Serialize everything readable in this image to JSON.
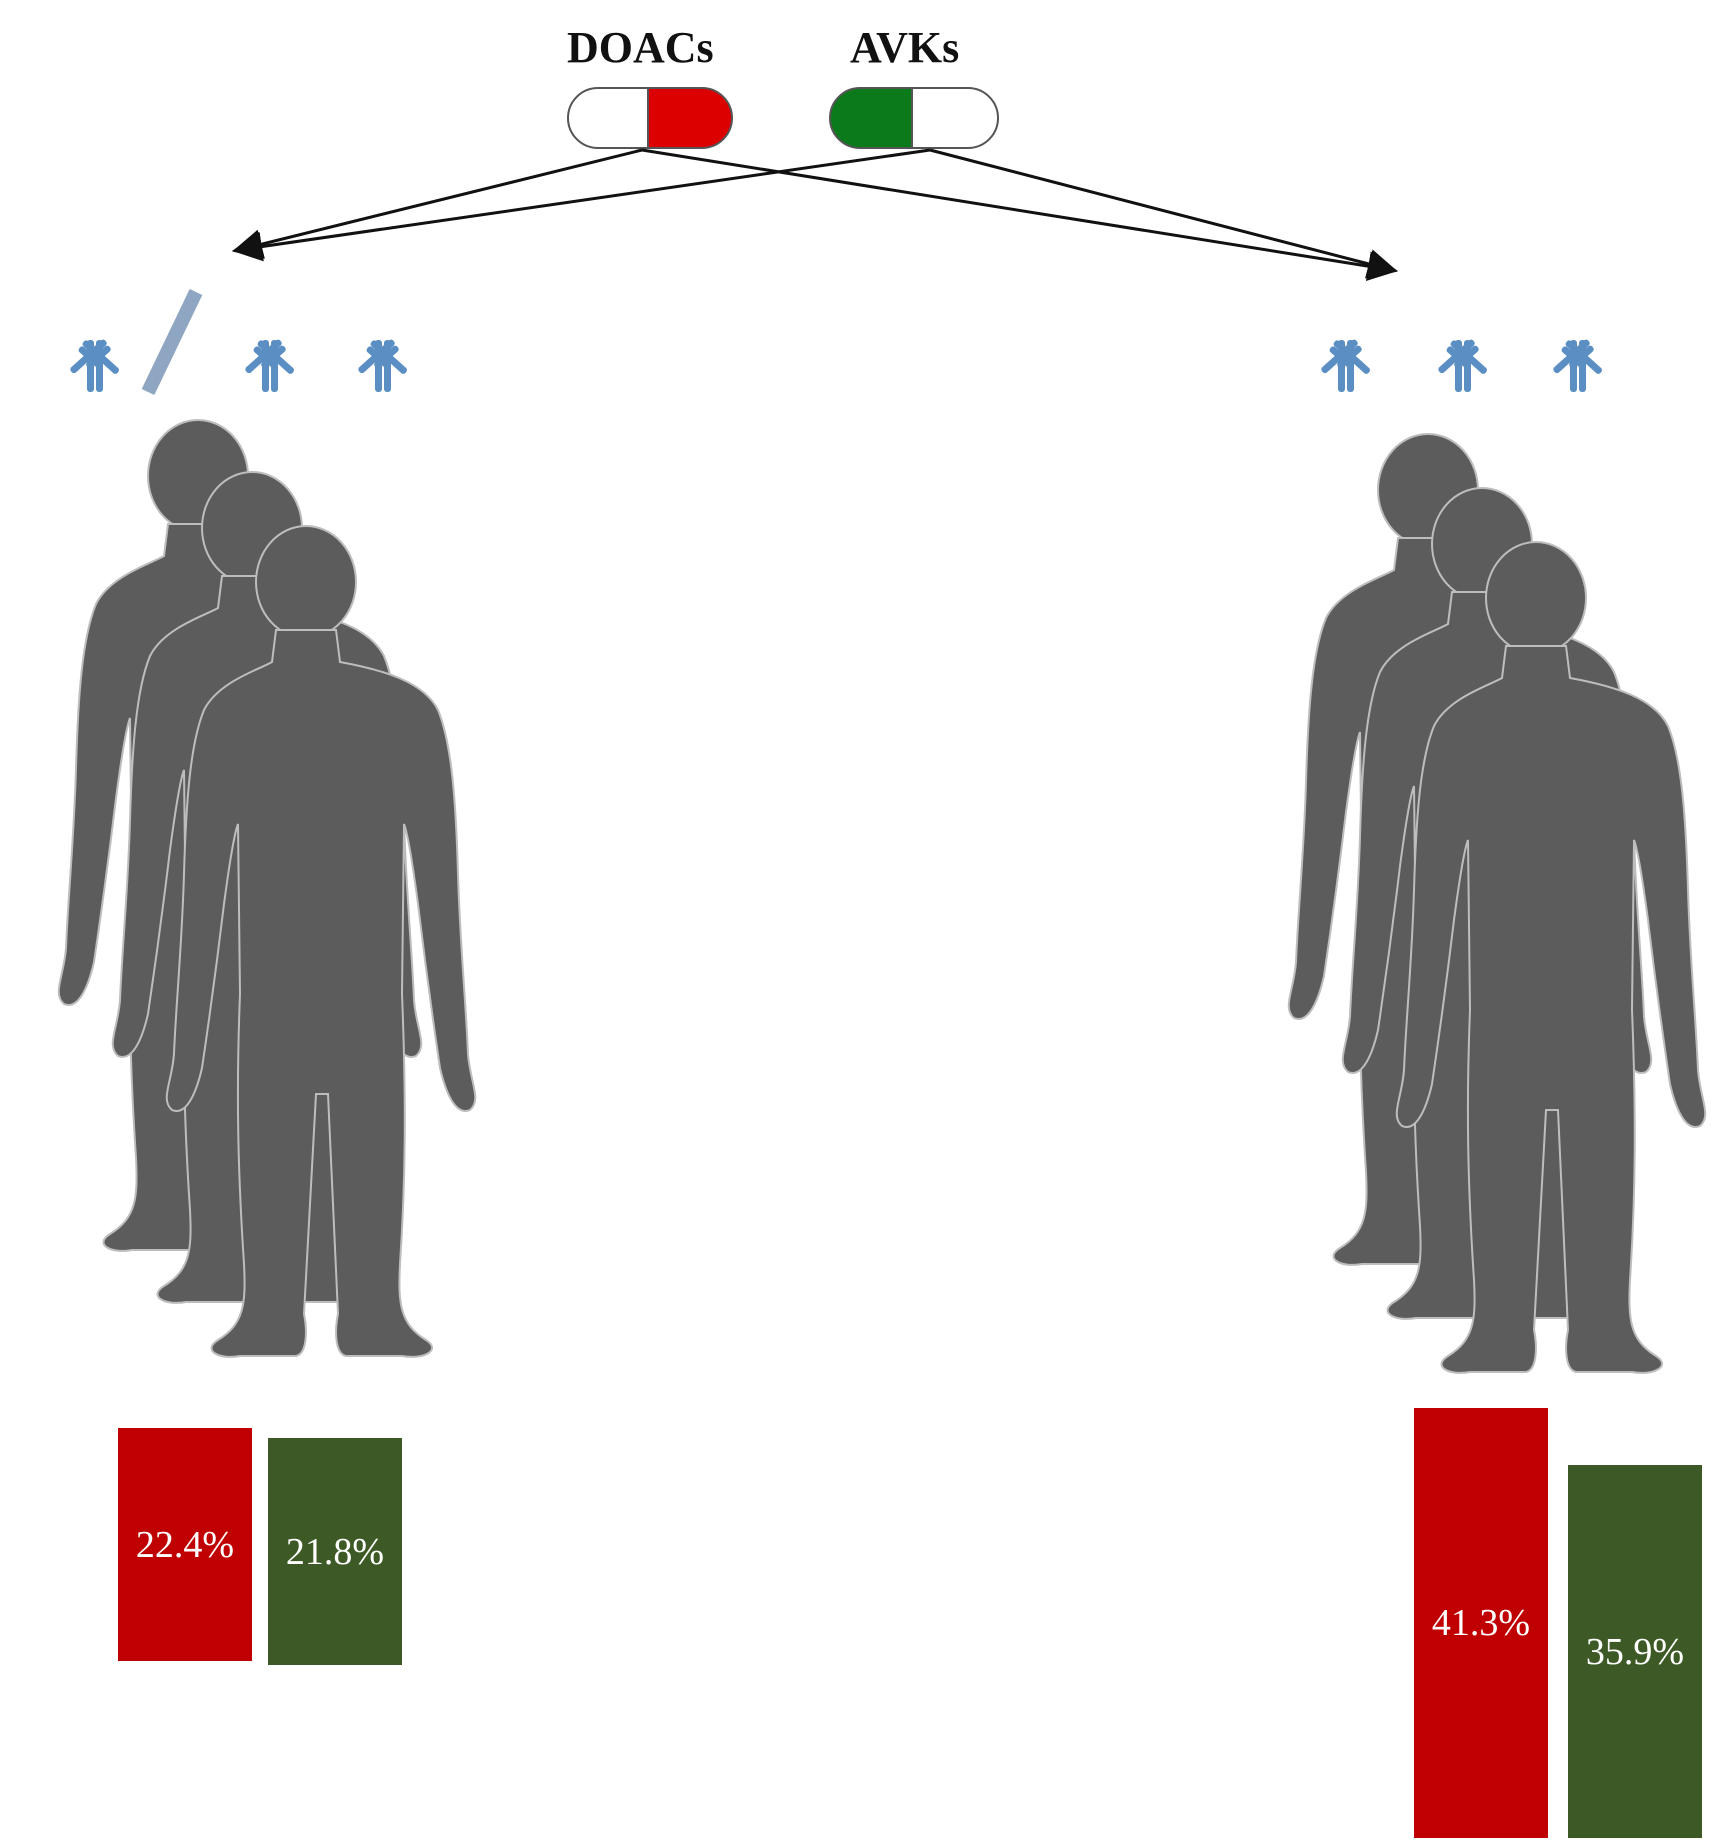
{
  "drugs": {
    "doacs": {
      "label": "DOACs",
      "color": "#dd0000"
    },
    "avks": {
      "label": "AVKs",
      "color": "#0a7a1a"
    }
  },
  "colors": {
    "antibody": "#5b8fc4",
    "antibody_faded": "#8fa6c2",
    "silhouette": "#5c5c5c",
    "doac_bar": "#c00000",
    "avk_bar": "#3d5a26",
    "arrow": "#111111"
  },
  "chart_data": {
    "type": "bar",
    "groups": [
      {
        "doac_value": 22.4,
        "avk_value": 21.8,
        "doac_label": "22.4%",
        "avk_label": "21.8%"
      },
      {
        "doac_value": 41.3,
        "avk_value": 35.9,
        "doac_label": "41.3%",
        "avk_label": "35.9%"
      }
    ]
  }
}
